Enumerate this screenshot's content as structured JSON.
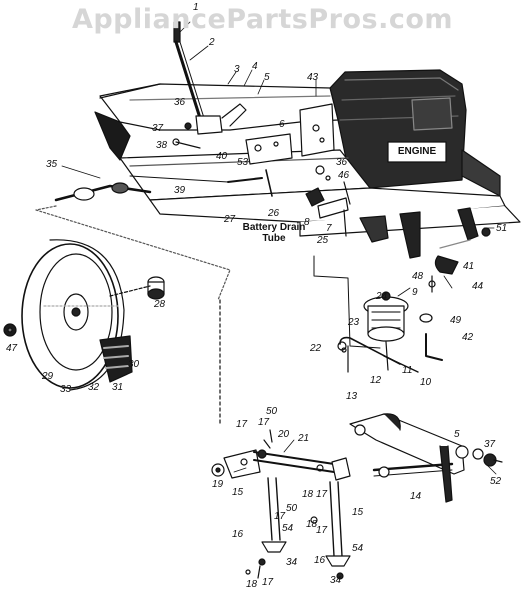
{
  "watermark": "AppliancePartsPros.com",
  "engine_label": "ENGINE",
  "callout": {
    "line1": "Battery Drain",
    "line2": "Tube"
  },
  "part_numbers": [
    {
      "id": "p1",
      "text": "1"
    },
    {
      "id": "p2",
      "text": "2"
    },
    {
      "id": "p3",
      "text": "3"
    },
    {
      "id": "p4",
      "text": "4"
    },
    {
      "id": "p5a",
      "text": "5"
    },
    {
      "id": "p43",
      "text": "43"
    },
    {
      "id": "p36a",
      "text": "36"
    },
    {
      "id": "p37a",
      "text": "37"
    },
    {
      "id": "p38",
      "text": "38"
    },
    {
      "id": "p40",
      "text": "40"
    },
    {
      "id": "p53",
      "text": "53"
    },
    {
      "id": "p6",
      "text": "6"
    },
    {
      "id": "p36b",
      "text": "36"
    },
    {
      "id": "p46",
      "text": "46"
    },
    {
      "id": "p35",
      "text": "35"
    },
    {
      "id": "p39",
      "text": "39"
    },
    {
      "id": "p26",
      "text": "26"
    },
    {
      "id": "p27",
      "text": "27"
    },
    {
      "id": "p8",
      "text": "8"
    },
    {
      "id": "p7",
      "text": "7"
    },
    {
      "id": "p25",
      "text": "25"
    },
    {
      "id": "p51",
      "text": "51"
    },
    {
      "id": "p41",
      "text": "41"
    },
    {
      "id": "p48",
      "text": "48"
    },
    {
      "id": "p44",
      "text": "44"
    },
    {
      "id": "p9",
      "text": "9"
    },
    {
      "id": "p24",
      "text": "24"
    },
    {
      "id": "p49",
      "text": "49"
    },
    {
      "id": "p23",
      "text": "23"
    },
    {
      "id": "p42",
      "text": "42"
    },
    {
      "id": "p22",
      "text": "22"
    },
    {
      "id": "p11",
      "text": "11"
    },
    {
      "id": "p12",
      "text": "12"
    },
    {
      "id": "p10",
      "text": "10"
    },
    {
      "id": "p13",
      "text": "13"
    },
    {
      "id": "p28",
      "text": "28"
    },
    {
      "id": "p47",
      "text": "47"
    },
    {
      "id": "p30",
      "text": "30"
    },
    {
      "id": "p29",
      "text": "29"
    },
    {
      "id": "p33",
      "text": "33"
    },
    {
      "id": "p32",
      "text": "32"
    },
    {
      "id": "p31",
      "text": "31"
    },
    {
      "id": "p50a",
      "text": "50"
    },
    {
      "id": "p17a",
      "text": "17"
    },
    {
      "id": "p17b",
      "text": "17"
    },
    {
      "id": "p20",
      "text": "20"
    },
    {
      "id": "p21",
      "text": "21"
    },
    {
      "id": "p5b",
      "text": "5"
    },
    {
      "id": "p37b",
      "text": "37"
    },
    {
      "id": "p52",
      "text": "52"
    },
    {
      "id": "p19",
      "text": "19"
    },
    {
      "id": "p15a",
      "text": "15"
    },
    {
      "id": "p18a",
      "text": "18"
    },
    {
      "id": "p17c",
      "text": "17"
    },
    {
      "id": "p50b",
      "text": "50"
    },
    {
      "id": "p14",
      "text": "14"
    },
    {
      "id": "p15b",
      "text": "15"
    },
    {
      "id": "p17d",
      "text": "17"
    },
    {
      "id": "p54a",
      "text": "54"
    },
    {
      "id": "p16a",
      "text": "16"
    },
    {
      "id": "p18b",
      "text": "18"
    },
    {
      "id": "p17e",
      "text": "17"
    },
    {
      "id": "p16b",
      "text": "16"
    },
    {
      "id": "p54b",
      "text": "54"
    },
    {
      "id": "p34a",
      "text": "34"
    },
    {
      "id": "p18c",
      "text": "18"
    },
    {
      "id": "p17f",
      "text": "17"
    },
    {
      "id": "p34b",
      "text": "34"
    }
  ]
}
